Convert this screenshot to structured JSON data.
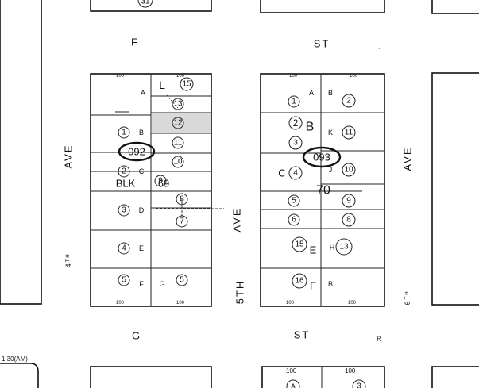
{
  "streets": {
    "f_top": "F",
    "st_top": "ST",
    "g_bottom": "G",
    "st_bottom": "ST",
    "ave_left": "AVE",
    "ave_right": "AVE",
    "ave_middle": "AVE",
    "fifth": "5TH",
    "fourth": "4ᵀᴴ",
    "sixth": "6ᵀᴴ"
  },
  "block_69": {
    "parcel_id": "092",
    "blk_label": "BLK",
    "blk_number": "69",
    "frontage_top": "100",
    "frontage_bottom": "100",
    "lots": [
      {
        "num": "15",
        "letter": "L"
      },
      {
        "num": "13"
      },
      {
        "num": "12"
      },
      {
        "num": "11"
      },
      {
        "num": "10"
      },
      {
        "num": "9"
      },
      {
        "num": "8"
      },
      {
        "num": "7"
      },
      {
        "num": "5"
      },
      {
        "num": "1",
        "letter": "B"
      },
      {
        "num": "2",
        "letter": "C"
      },
      {
        "num": "3",
        "letter": "D"
      },
      {
        "num": "4",
        "letter": "E"
      },
      {
        "num": "5",
        "letter": "F"
      }
    ],
    "letters": {
      "a": "A",
      "b": "B",
      "c": "C",
      "d": "D",
      "e": "E",
      "f": "F",
      "g": "G"
    }
  },
  "block_70": {
    "parcel_id": "093",
    "blk_number": "70",
    "frontage_top": "100",
    "frontage_bottom": "100",
    "lots_left": [
      {
        "num": "1"
      },
      {
        "num": "2"
      },
      {
        "num": "3"
      },
      {
        "num": "4",
        "letter": "C"
      },
      {
        "num": "5"
      },
      {
        "num": "6"
      },
      {
        "num": "15"
      },
      {
        "num": "16",
        "letter": "F"
      }
    ],
    "lots_right": [
      {
        "num": "2"
      },
      {
        "num": "11"
      },
      {
        "num": "10"
      },
      {
        "num": "9"
      },
      {
        "num": "8"
      },
      {
        "num": "13"
      }
    ],
    "letters": {
      "a": "A",
      "b": "B",
      "k": "K",
      "j": "J",
      "e": "E",
      "h": "H",
      "f": "F",
      "b2": "B"
    }
  },
  "bottom_blocks": {
    "frontage": "100",
    "lots": [
      {
        "letter": "A"
      },
      {
        "num": "3"
      }
    ],
    "scale_note": "1.30(AM)"
  },
  "top_block": {
    "num": "31"
  },
  "misc": {
    "r_mark": "R"
  }
}
